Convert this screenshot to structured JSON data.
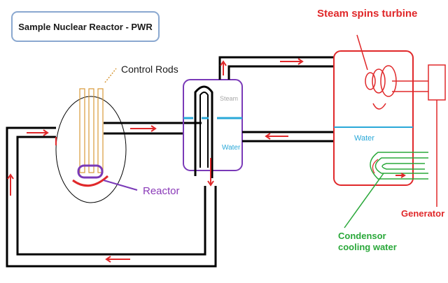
{
  "title": "Sample Nuclear Reactor - PWR",
  "labels": {
    "control_rods": "Control Rods",
    "reactor": "Reactor",
    "steam_spins_turbine": "Steam spins turbine",
    "steam": "Steam",
    "water_generator_side": "Water",
    "water_turbine_side": "Water",
    "generator": "Generator",
    "condensor_line1": "Condensor",
    "condensor_line2": "cooling water"
  },
  "colors": {
    "pipe": "#000000",
    "flow_arrow": "#e0282a",
    "rods": "#d89a3a",
    "steam_generator": "#7a3ab8",
    "turbine_housing": "#e0282a",
    "water_line": "#2aa8d8",
    "condenser": "#2aa83a",
    "title_border": "#8aa8d0"
  }
}
